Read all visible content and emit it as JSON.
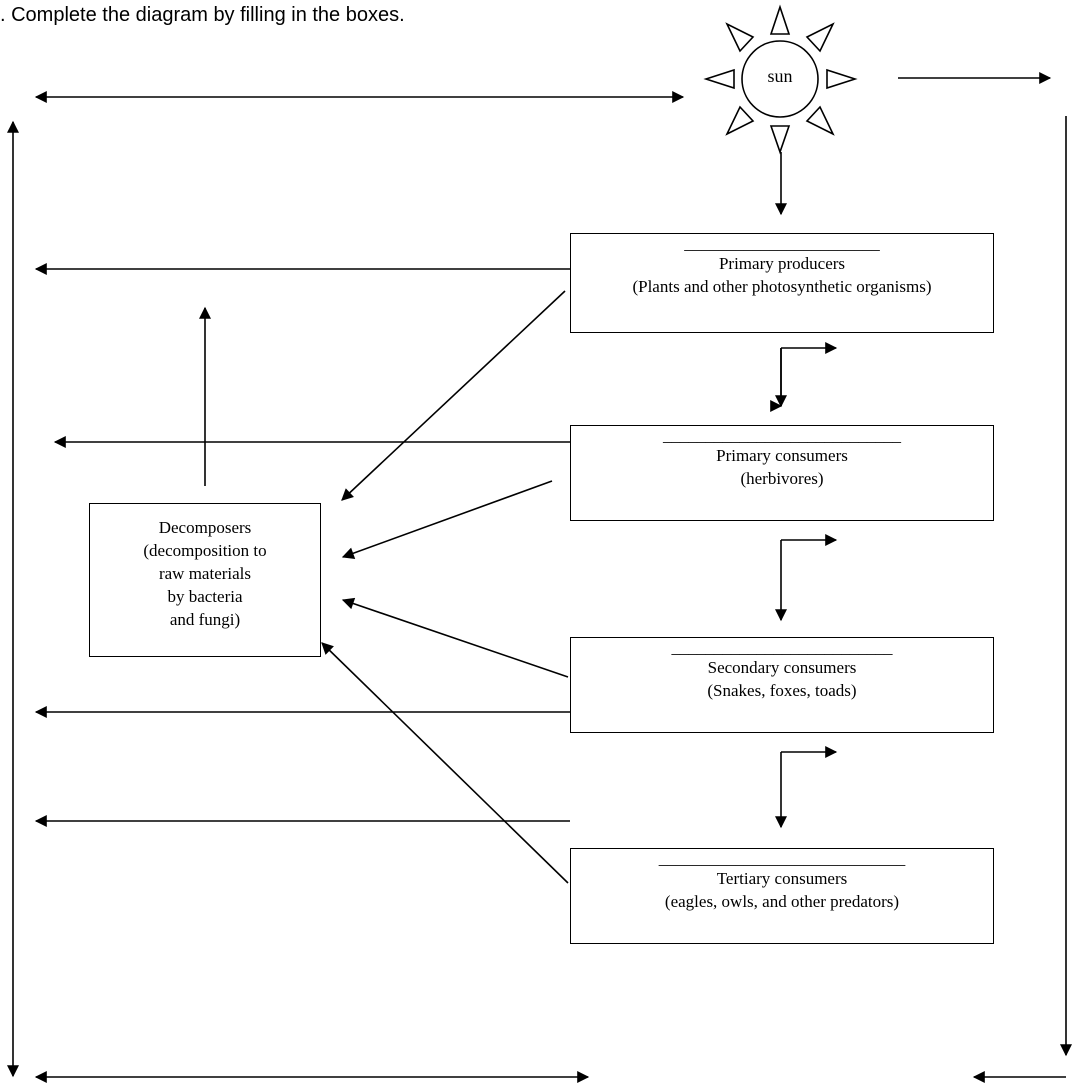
{
  "instruction": ". Complete the diagram by filling in the boxes.",
  "sun": {
    "label": "sun"
  },
  "boxes": {
    "primary_producers": {
      "blank": "_______________________",
      "title": "Primary producers",
      "subtitle": "(Plants and other photosynthetic organisms)"
    },
    "primary_consumers": {
      "blank": "____________________________",
      "title": "Primary consumers",
      "subtitle": "(herbivores)"
    },
    "secondary_consumers": {
      "blank": "__________________________",
      "title": "Secondary consumers",
      "subtitle": "(Snakes, foxes, toads)"
    },
    "tertiary_consumers": {
      "blank": "_____________________________",
      "title": "Tertiary consumers",
      "subtitle": "(eagles, owls, and other predators)"
    },
    "decomposers": {
      "lines": [
        "Decomposers",
        "(decomposition to",
        "raw materials",
        "by bacteria",
        "and fungi)"
      ]
    }
  }
}
